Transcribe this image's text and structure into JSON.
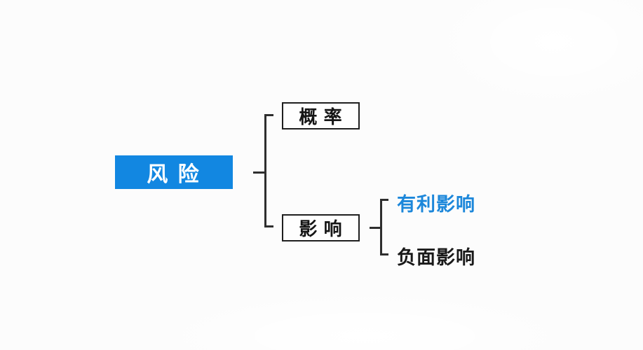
{
  "diagram": {
    "background": "#fcfcfc",
    "line_color": "#2e2e2e",
    "root": {
      "label": "风 险",
      "fill": "#1287e1",
      "text_color": "#ffffff"
    },
    "level1": [
      {
        "id": "probability",
        "label": "概 率",
        "style": "outlined-box",
        "border_color": "#1f1f1f"
      },
      {
        "id": "impact",
        "label": "影 响",
        "style": "outlined-box",
        "border_color": "#1f1f1f"
      }
    ],
    "level2": [
      {
        "id": "favorable-impact",
        "label": "有利影响",
        "parent": "impact",
        "color": "#1c87da"
      },
      {
        "id": "negative-impact",
        "label": "负面影响",
        "parent": "impact",
        "color": "#1a1a1a"
      }
    ]
  }
}
